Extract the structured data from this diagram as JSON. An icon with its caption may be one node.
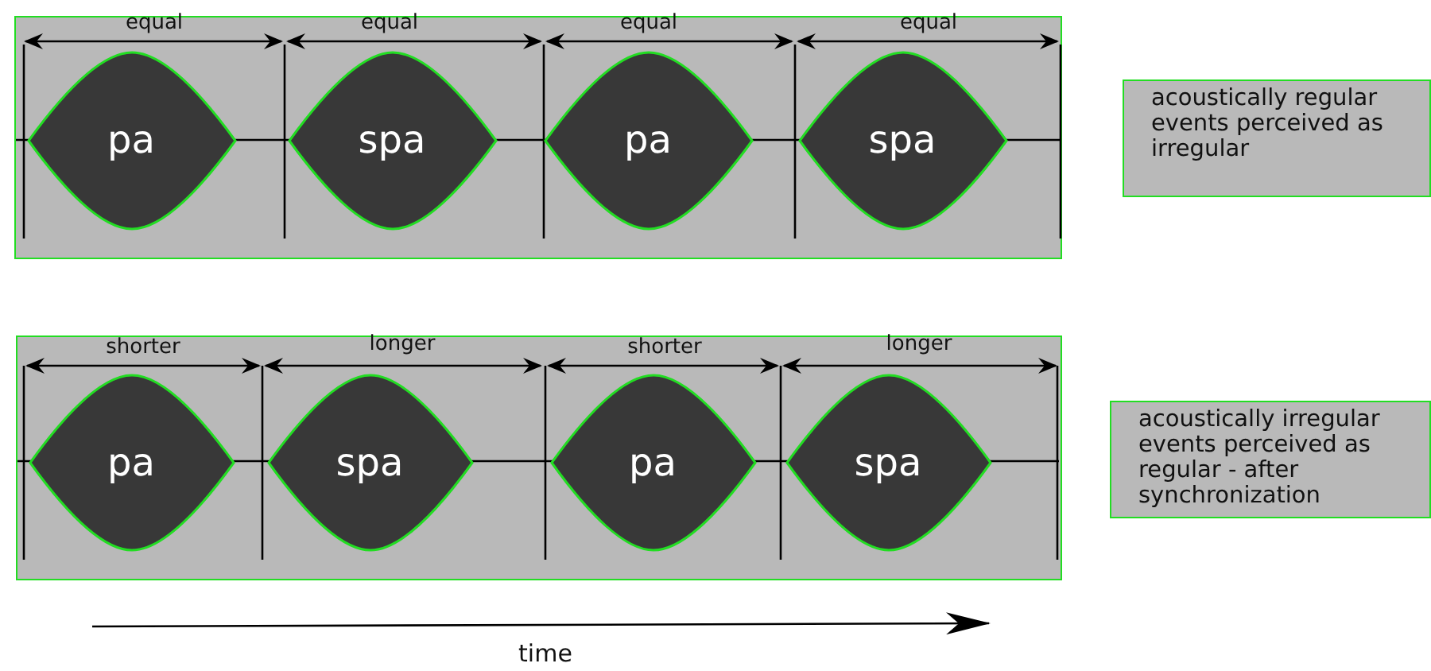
{
  "diagram": {
    "nodes": [
      {
        "text": [],
        "shape": "box"
      },
      {
        "text": [
          "pa"
        ],
        "in": 0,
        "beside": [
          "equal"
        ]
      },
      {
        "text": [
          "spa"
        ],
        "in": 0,
        "beside": [
          "equal"
        ]
      },
      {
        "text": [
          "pa"
        ],
        "in": 0,
        "beside": [
          "equal"
        ]
      },
      {
        "text": [
          "spa"
        ],
        "in": 0,
        "beside": [
          "equal"
        ]
      },
      {
        "text": [
          "acoustically regular events perceived as irregular"
        ]
      },
      {
        "text": [],
        "shape": "box"
      },
      {
        "text": [
          "pa"
        ],
        "in": 6,
        "beside": [
          "shorter"
        ]
      },
      {
        "text": [
          "spa"
        ],
        "in": 6,
        "beside": [
          "longer"
        ]
      },
      {
        "text": [
          "pa"
        ],
        "in": 6,
        "beside": [
          "shorter"
        ]
      },
      {
        "text": [
          "spa"
        ],
        "in": 6,
        "beside": [
          "longer"
        ]
      },
      {
        "text": [
          "acoustically irregular events perceived as regular - after synchronization"
        ]
      }
    ],
    "edges": [],
    "labels": [
      "time"
    ]
  }
}
